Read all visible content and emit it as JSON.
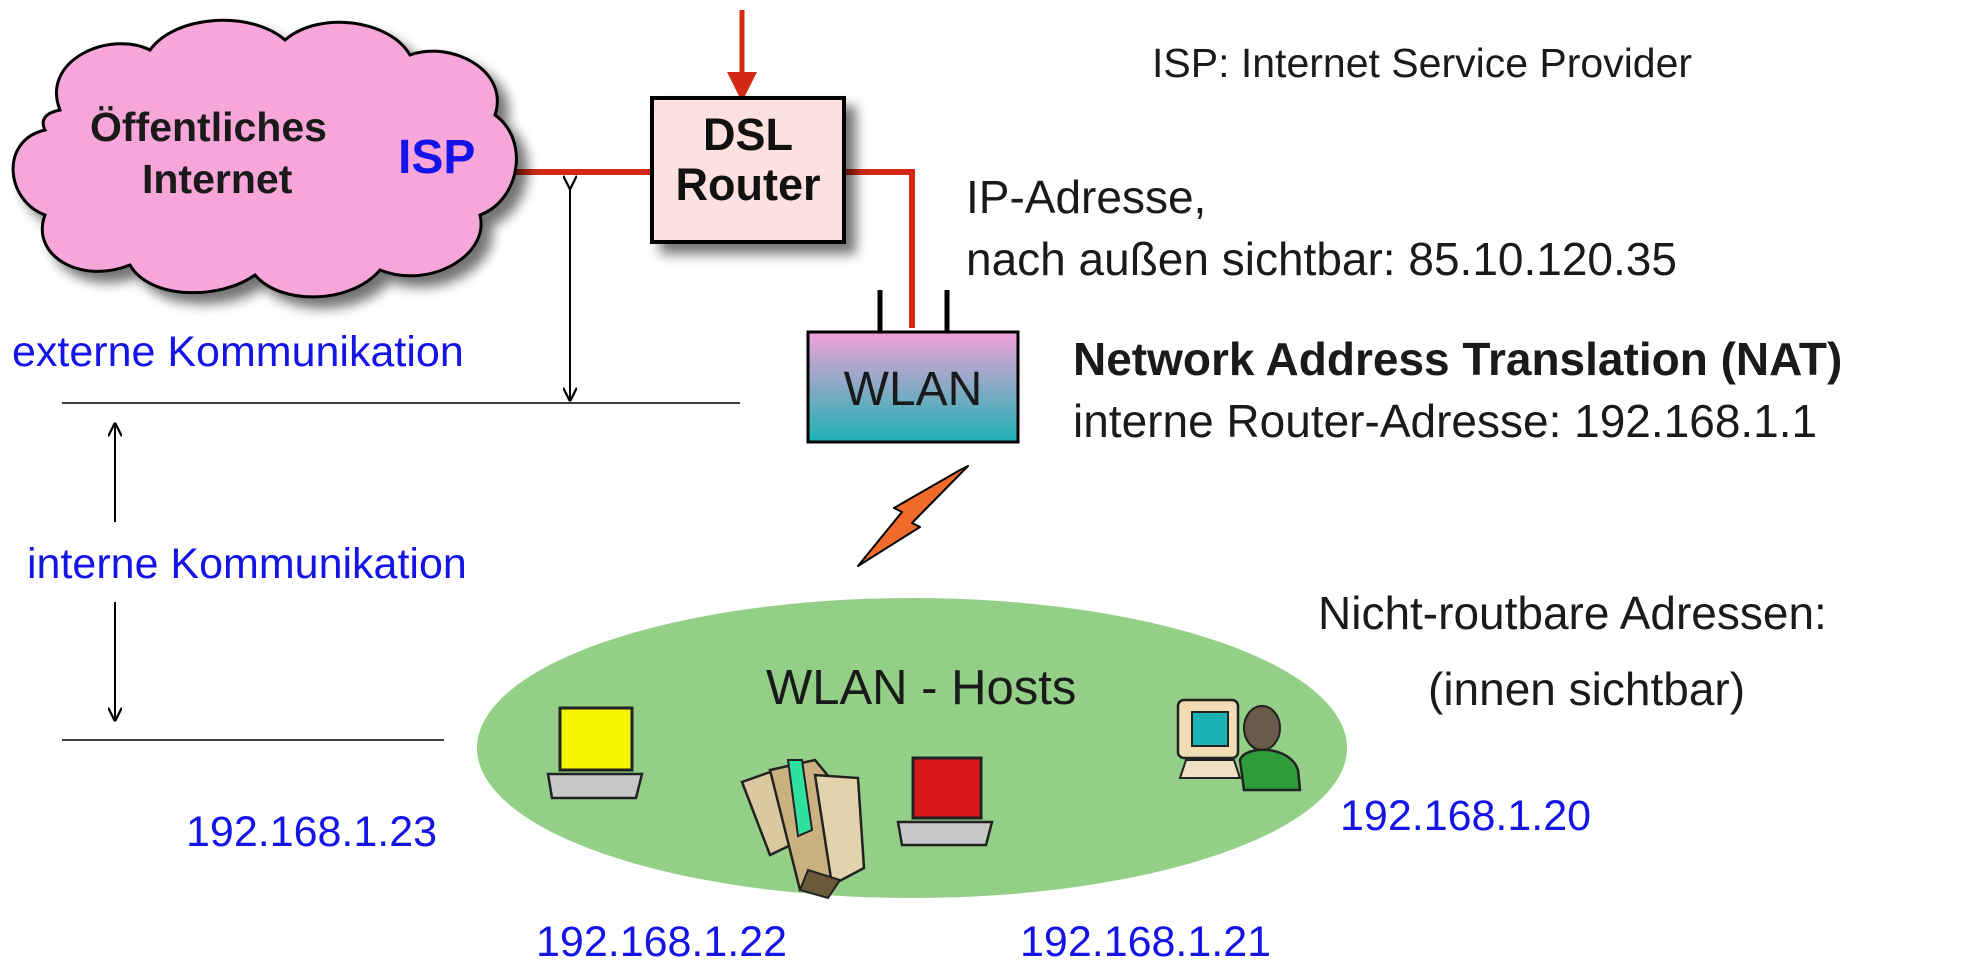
{
  "labels": {
    "cloud_title_line1": "Öffentliches",
    "cloud_title_line2": "Internet",
    "cloud_isp": "ISP",
    "dsl_line1": "DSL",
    "dsl_line2": "Router",
    "wlan_box": "WLAN",
    "isp_definition": "ISP: Internet Service Provider",
    "ip_line1": "IP-Adresse,",
    "ip_line2": "nach außen sichtbar: 85.10.120.35",
    "nat_title": "Network Address Translation (NAT)",
    "nat_internal": "interne Router-Adresse: 192.168.1.1",
    "external_comm": "externe Kommunikation",
    "internal_comm": "interne Kommunikation",
    "hosts_title": "WLAN - Hosts",
    "nonroutable_line1": "Nicht-routbare Adressen:",
    "nonroutable_line2": "(innen sichtbar)",
    "ip_host_23": "192.168.1.23",
    "ip_host_22": "192.168.1.22",
    "ip_host_21": "192.168.1.21",
    "ip_host_20": "192.168.1.20"
  },
  "colors": {
    "cloud_fill": "#f7a6d9",
    "dsl_fill": "#fde0e0",
    "link_red": "#d22a12",
    "ellipse_fill": "#93cf87",
    "label_blue": "#1414e6",
    "wlan_top": "#f2a0d8",
    "wlan_bottom": "#1bb3b3"
  },
  "icons": [
    "internet-cloud",
    "dsl-router",
    "wlan-access-point",
    "lightning-bolt-icon",
    "computer-yellow-screen-icon",
    "file-cabinet-icon",
    "computer-red-screen-icon",
    "person-at-computer-icon"
  ]
}
